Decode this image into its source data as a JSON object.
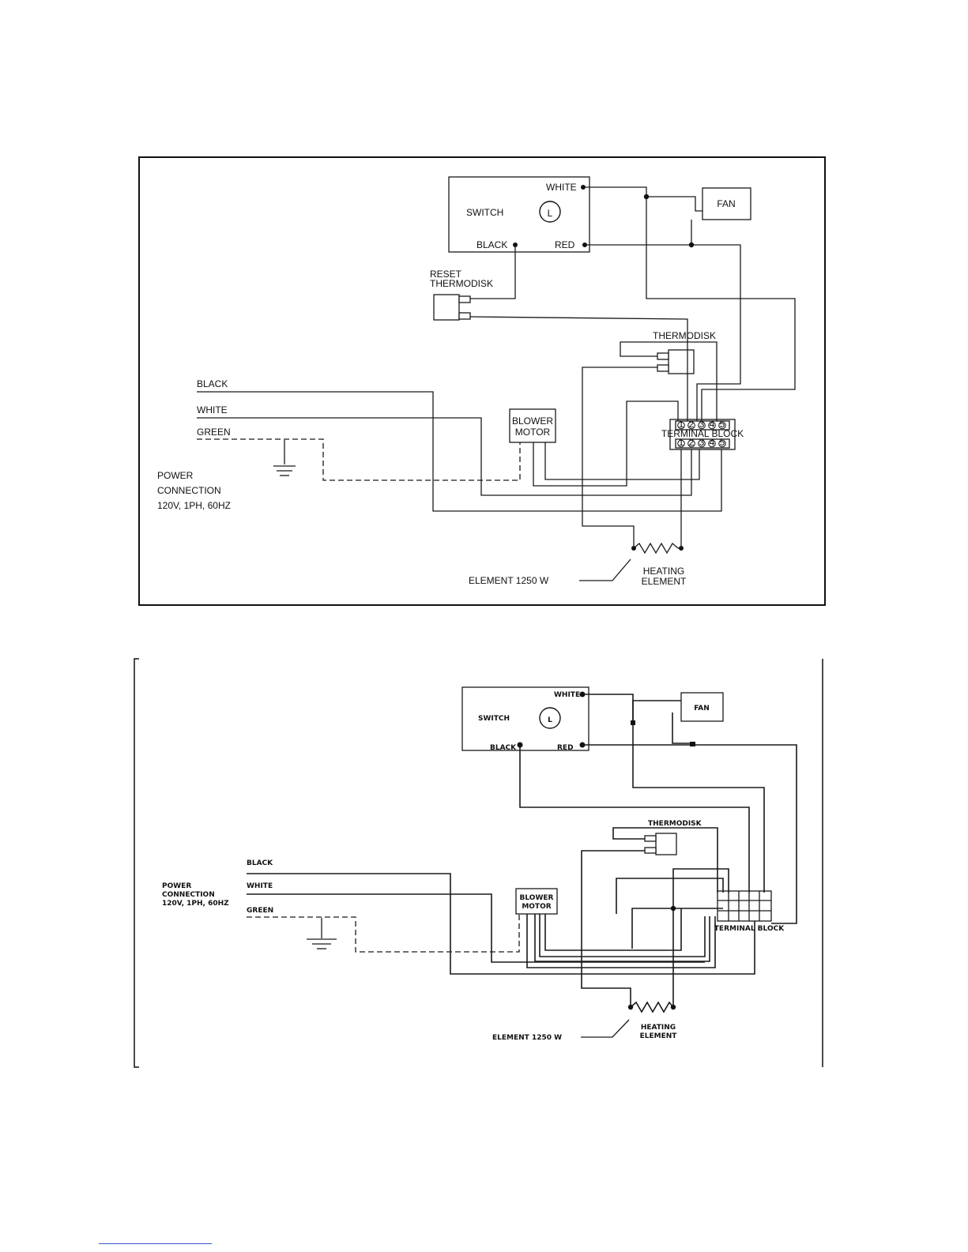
{
  "diagram1": {
    "switch": {
      "label": "SWITCH",
      "symbol": "L",
      "white": "WHITE",
      "black": "BLACK",
      "red": "RED"
    },
    "fan": "FAN",
    "reset_thermodisk": [
      "RESET",
      "THERMODISK"
    ],
    "thermodisk": "THERMODISK",
    "wires": {
      "black": "BLACK",
      "white": "WHITE",
      "green": "GREEN"
    },
    "power": [
      "POWER",
      "CONNECTION",
      "120V, 1PH, 60HZ"
    ],
    "blower": [
      "BLOWER",
      "MOTOR"
    ],
    "terminal_block": "TERMINAL BLOCK",
    "terminals_top": [
      "1",
      "2",
      "3",
      "4",
      "5"
    ],
    "terminals_bottom": [
      "1",
      "2",
      "3",
      "4",
      "5"
    ],
    "heating": [
      "HEATING",
      "ELEMENT"
    ],
    "element": "ELEMENT  1250 W"
  },
  "diagram2": {
    "switch": {
      "label": "SWITCH",
      "symbol": "L",
      "white": "WHITE",
      "black": "BLACK",
      "red": "RED"
    },
    "fan": "FAN",
    "thermodisk": "THERMODISK",
    "wires": {
      "black": "BLACK",
      "white": "WHITE",
      "green": "GREEN"
    },
    "power": [
      "POWER",
      "CONNECTION",
      "120V, 1PH, 60HZ"
    ],
    "blower": [
      "BLOWER",
      "MOTOR"
    ],
    "terminal_block": "TERMINAL  BLOCK",
    "heating": [
      "HEATING",
      "ELEMENT"
    ],
    "element": "ELEMENT  1250  W"
  }
}
